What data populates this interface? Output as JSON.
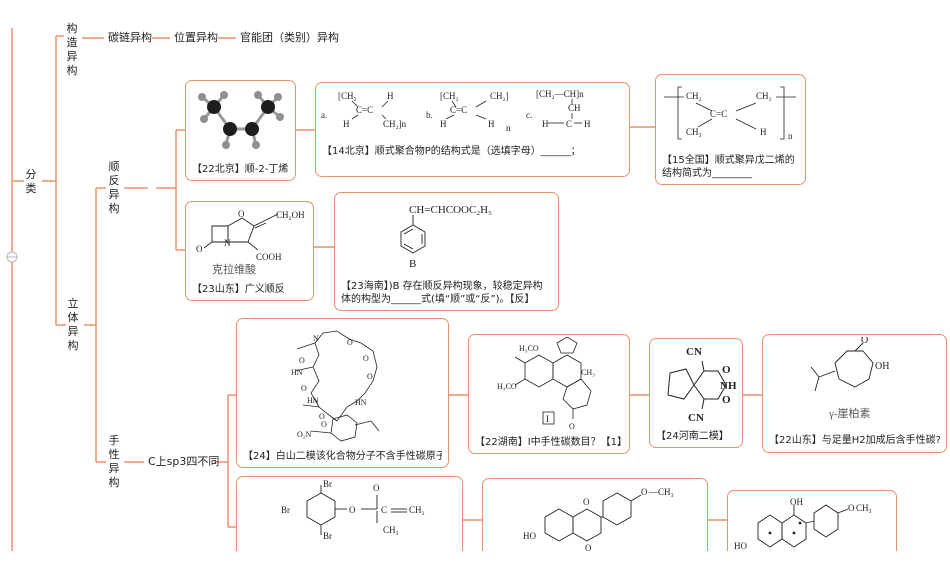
{
  "root": {
    "label": "分类"
  },
  "constitutional": {
    "label": "构造异构",
    "items": [
      "碳链异构",
      "位置异构",
      "官能团（类别）异构"
    ]
  },
  "stereo": {
    "label": "立体异构"
  },
  "cis_trans": {
    "label": "顺反异构",
    "cards": [
      {
        "caption": "【22北京】顺-2-丁烯"
      },
      {
        "caption": "【14北京】顺式聚合物P的结构式是（选填字母）______；",
        "option_a": "a.",
        "option_b": "b.",
        "option_c": "c."
      },
      {
        "caption": "【15全国】顺式聚异戊二烯的结构简式为________"
      },
      {
        "caption": "【23山东】广义顺反",
        "molecule_name": "克拉维酸"
      },
      {
        "caption": "【23海南】)B 存在顺反异构现象，较稳定异构体的构型为______式(填“顺”或“反”)。【反】",
        "formula": "CH=CHCOOC₂H₅",
        "tag": "B"
      }
    ]
  },
  "chiral": {
    "label": "手性异构",
    "rule": "C上sp3四不同",
    "cards": [
      {
        "caption": "【24】白山二模该化合物分子不含手性碳原子"
      },
      {
        "caption": "【22湖南】I中手性碳数目？【1】",
        "tag": "I"
      },
      {
        "caption": "【24河南二模】"
      },
      {
        "caption": "【22山东】与足量H2加成后含手性碳?",
        "molecule_name": "γ-崖柏素"
      }
    ]
  },
  "colors": {
    "wire": "#e8926c",
    "border": "#e8926c"
  }
}
